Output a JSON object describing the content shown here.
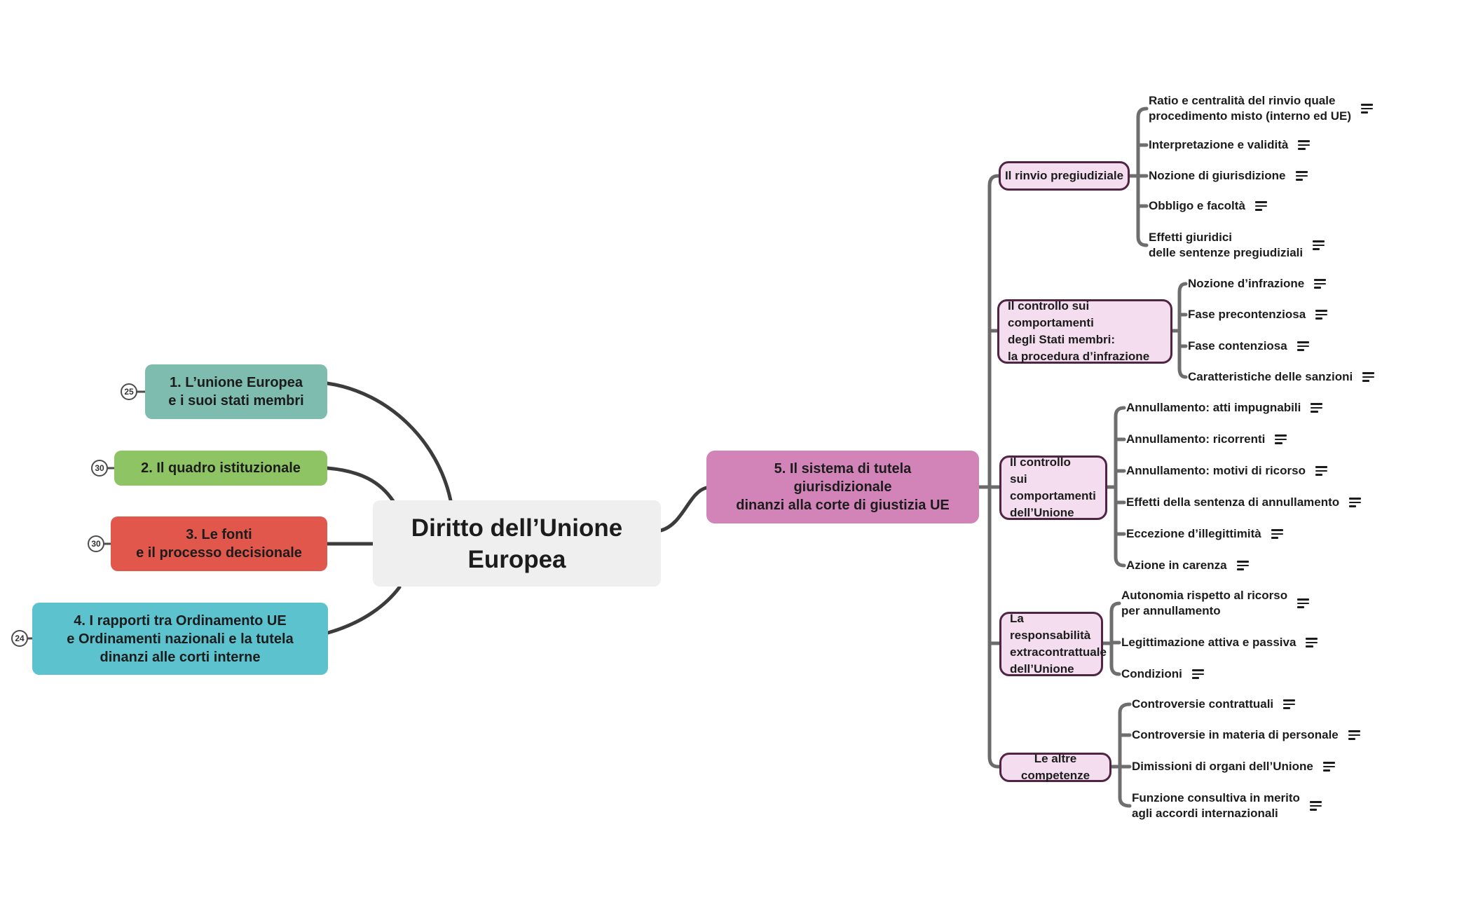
{
  "root": {
    "label": "Diritto dell’Unione\nEuropea",
    "bg": "#efefef"
  },
  "left_branches": [
    {
      "badge": "25",
      "label": "1. L’unione Europea\ne i suoi stati membri",
      "color": "#7dbcae"
    },
    {
      "badge": "30",
      "label": "2. Il quadro istituzionale",
      "color": "#8ec463"
    },
    {
      "badge": "30",
      "label": "3. Le fonti\ne il processo decisionale",
      "color": "#e2574b"
    },
    {
      "badge": "24",
      "label": "4. I rapporti tra Ordinamento UE\ne Ordinamenti nazionali e la tutela\ndinanzi alle corti interne",
      "color": "#5bc2ce"
    }
  ],
  "right_branch": {
    "label": "5. Il sistema di tutela\ngiurisdizionale\ndinanzi alla corte di giustizia UE",
    "color": "#d284b8",
    "children": [
      {
        "label": "Il rinvio pregiudiziale",
        "leaves": [
          "Ratio e centralità del rinvio quale\nprocedimento misto (interno ed UE)",
          "Interpretazione e validità",
          "Nozione di giurisdizione",
          "Obbligo e facoltà",
          "Effetti giuridici\ndelle sentenze pregiudiziali"
        ]
      },
      {
        "label": "Il  controllo sui comportamenti\ndegli Stati membri:\nla procedura d’infrazione",
        "leaves": [
          "Nozione d’infrazione",
          "Fase precontenziosa",
          "Fase contenziosa",
          "Caratteristiche delle sanzioni"
        ]
      },
      {
        "label": "Il controllo\nsui comportamenti\ndell’Unione",
        "leaves": [
          "Annullamento: atti impugnabili",
          "Annullamento: ricorrenti",
          "Annullamento: motivi di ricorso",
          "Effetti della sentenza di annullamento",
          "Eccezione d’illegittimità",
          "Azione in carenza"
        ]
      },
      {
        "label": "La responsabilità\nextracontrattuale\ndell’Unione",
        "leaves": [
          "Autonomia rispetto al ricorso\nper annullamento",
          "Legittimazione attiva e passiva",
          "Condizioni"
        ]
      },
      {
        "label": "Le altre competenze",
        "leaves": [
          "Controversie contrattuali",
          "Controversie in materia di personale",
          "Dimissioni di organi dell’Unione",
          "Funzione consultiva in merito\nagli accordi internazionali"
        ]
      }
    ]
  },
  "icons": {
    "leaf_icon": "notes-icon"
  },
  "style_colors": {
    "subnode_fill": "#f4ddee",
    "subnode_border": "#4f2544",
    "branch_line_dark": "#3c3c3c",
    "branch_line_gray": "#6e6e6e",
    "root_bg": "#efefef",
    "text": "#1c1c1c"
  }
}
